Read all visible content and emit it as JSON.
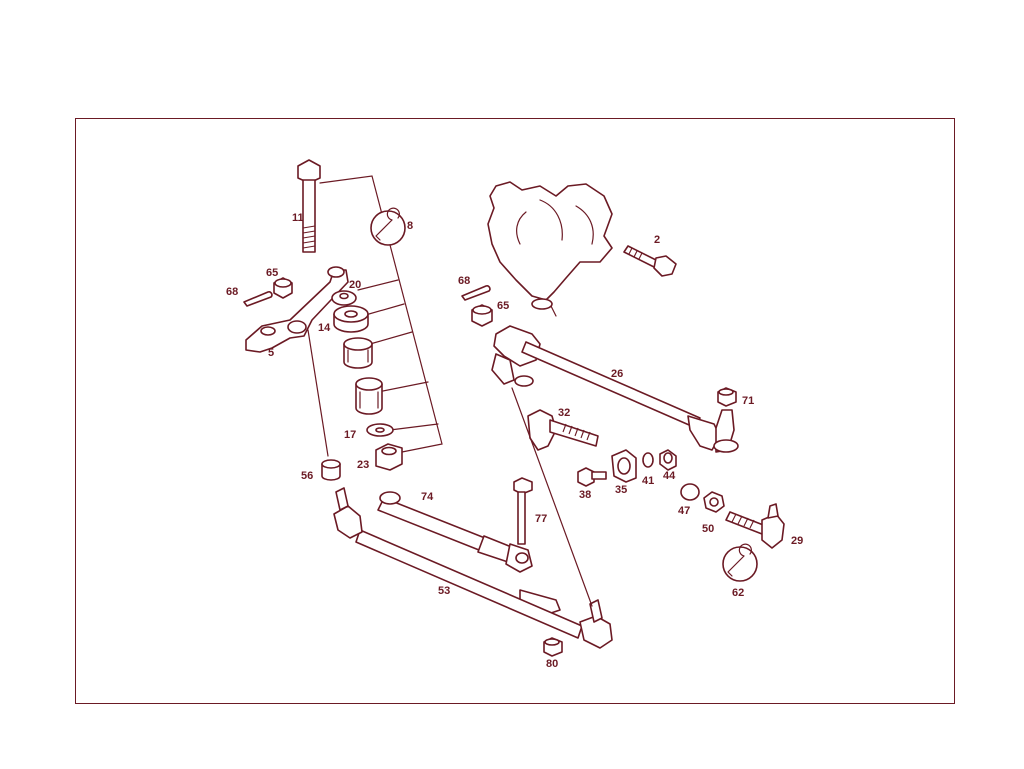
{
  "labels": {
    "l11": "11",
    "l8": "8",
    "l65a": "65",
    "l68a": "68",
    "l20": "20",
    "l14": "14",
    "l5": "5",
    "l17": "17",
    "l23": "23",
    "l56": "56",
    "l2": "2",
    "l68b": "68",
    "l65b": "65",
    "l26": "26",
    "l71": "71",
    "l32": "32",
    "l38": "38",
    "l35": "35",
    "l41": "41",
    "l44": "44",
    "l47": "47",
    "l50": "50",
    "l29": "29",
    "l62": "62",
    "l74": "74",
    "l77": "77",
    "l53": "53",
    "l80": "80"
  },
  "colors": {
    "line": "#6b1a24",
    "background": "#ffffff"
  }
}
